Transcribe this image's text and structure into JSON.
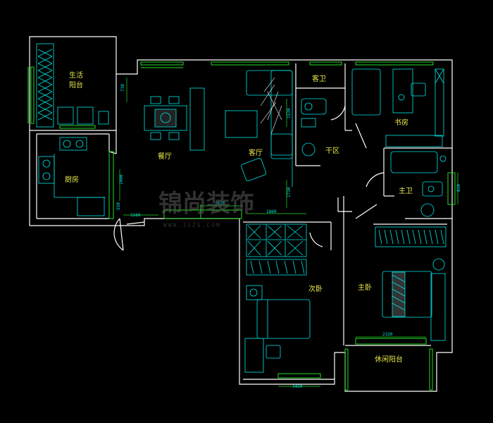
{
  "colors": {
    "background": "#000000",
    "wall": "#ffffff",
    "fixture": "#00e5e5",
    "window": "#22dd22",
    "label": "#e8e84a",
    "dimension": "#22dd22",
    "dimension_text": "#00e5e5",
    "watermark": "#5a5a5a"
  },
  "rooms": {
    "living_balcony": "生活\n阳台",
    "kitchen": "厨房",
    "dining": "餐厅",
    "living": "客厅",
    "guest_bath": "客卫",
    "dry_area": "干区",
    "study": "书房",
    "master_bath": "主卫",
    "second_bedroom": "次卧",
    "master_bedroom": "主卧",
    "leisure_balcony": "休闲阳台"
  },
  "dimensions": {
    "d730": "730",
    "d1400": "1400",
    "d550": "550",
    "d1160": "1160",
    "d1320": "1320",
    "d1860": "1860",
    "d1730": "1730",
    "d1530": "1530",
    "d830": "830",
    "d2320": "2320",
    "d1420": "1420"
  },
  "watermark": {
    "text": "锦尚装饰",
    "sub": "WWW.JSZS.COM"
  },
  "icons": {
    "dining_table": "dining-table-icon",
    "sofa": "sofa-icon",
    "plant": "plant-icon",
    "stove": "stove-icon",
    "toilet": "toilet-icon",
    "bathtub": "bathtub-icon",
    "bed": "bed-icon",
    "desk": "desk-icon",
    "wardrobe": "wardrobe-icon"
  }
}
